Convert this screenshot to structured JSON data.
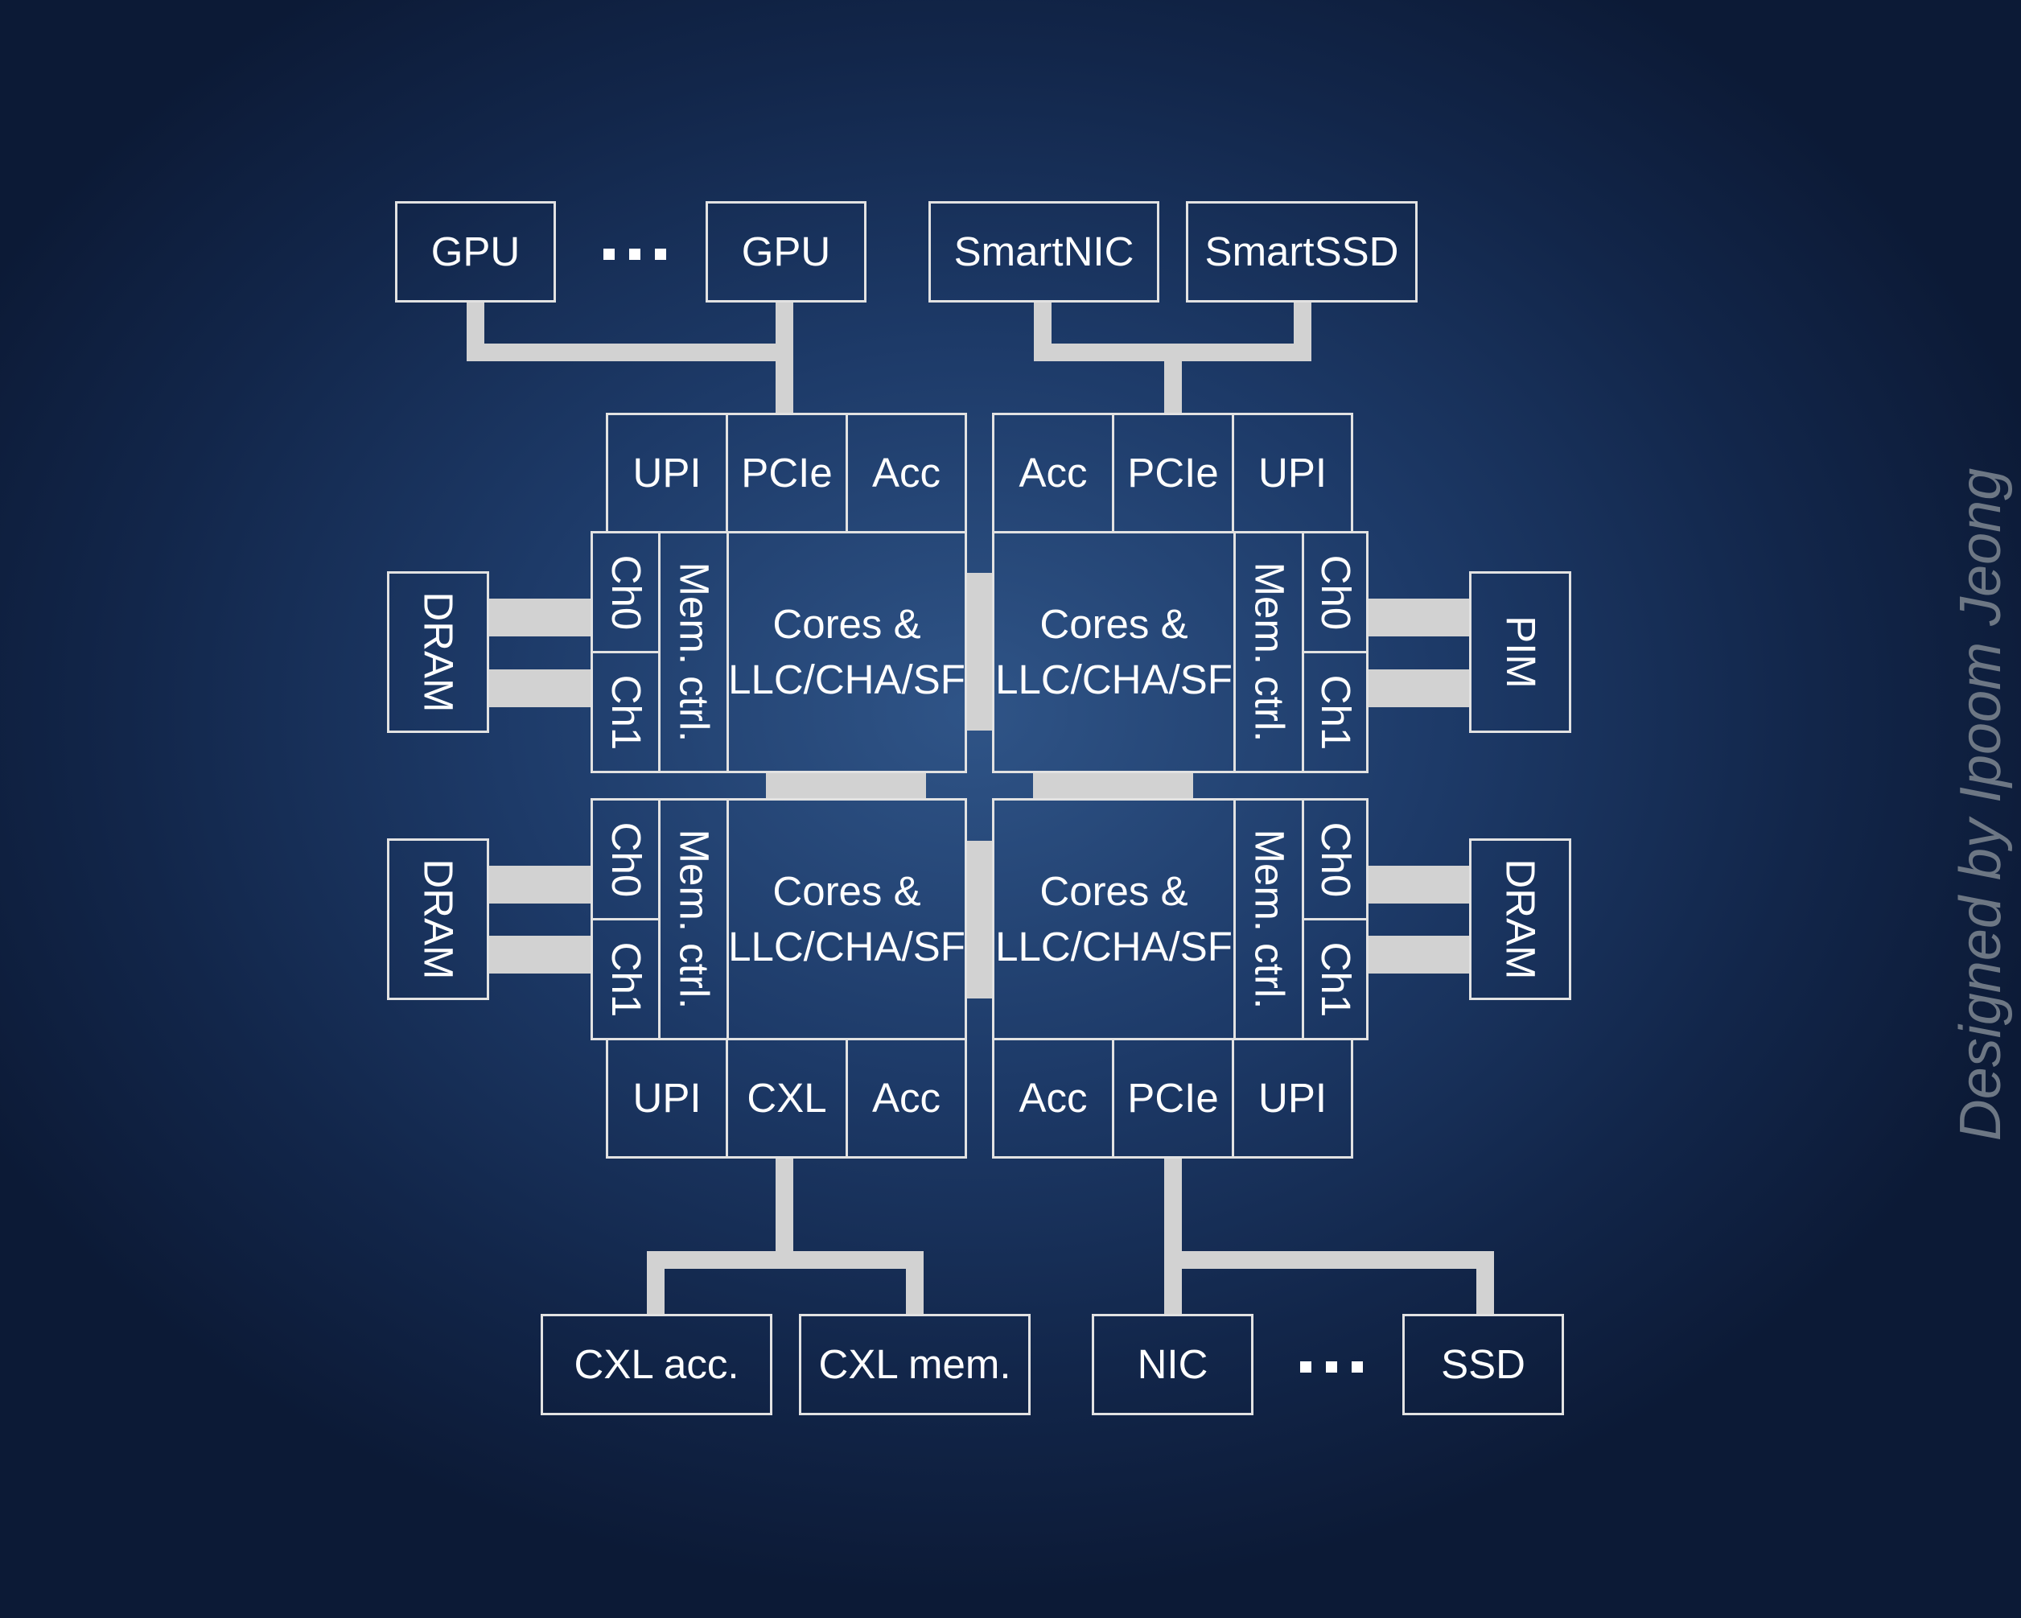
{
  "top": {
    "gpu_left": "GPU",
    "gpu_right": "GPU",
    "smartnic": "SmartNIC",
    "smartssd": "SmartSSD"
  },
  "bottom": {
    "cxl_acc": "CXL acc.",
    "cxl_mem": "CXL mem.",
    "nic": "NIC",
    "ssd": "SSD"
  },
  "side": {
    "left_top": "DRAM",
    "left_bottom": "DRAM",
    "right_top": "PIM",
    "right_bottom": "DRAM"
  },
  "sockets": {
    "top_left": {
      "ports": [
        "UPI",
        "PCIe",
        "Acc"
      ],
      "core": [
        "Cores &",
        "LLC/CHA/SF"
      ],
      "mem_ctrl": "Mem. ctrl.",
      "ch0": "Ch0",
      "ch1": "Ch1"
    },
    "top_right": {
      "ports": [
        "Acc",
        "PCIe",
        "UPI"
      ],
      "core": [
        "Cores &",
        "LLC/CHA/SF"
      ],
      "mem_ctrl": "Mem. ctrl.",
      "ch0": "Ch0",
      "ch1": "Ch1"
    },
    "bottom_left": {
      "ports": [
        "UPI",
        "CXL",
        "Acc"
      ],
      "core": [
        "Cores &",
        "LLC/CHA/SF"
      ],
      "mem_ctrl": "Mem. ctrl.",
      "ch0": "Ch0",
      "ch1": "Ch1"
    },
    "bottom_right": {
      "ports": [
        "Acc",
        "PCIe",
        "UPI"
      ],
      "core": [
        "Cores &",
        "LLC/CHA/SF"
      ],
      "mem_ctrl": "Mem. ctrl.",
      "ch0": "Ch0",
      "ch1": "Ch1"
    }
  },
  "watermark": "Designed by Ipoom Jeong",
  "colors": {
    "background": "#1d3a68",
    "box_border": "#e2e2e2",
    "wire": "#d2d2d2",
    "watermark": "#6d7784"
  }
}
